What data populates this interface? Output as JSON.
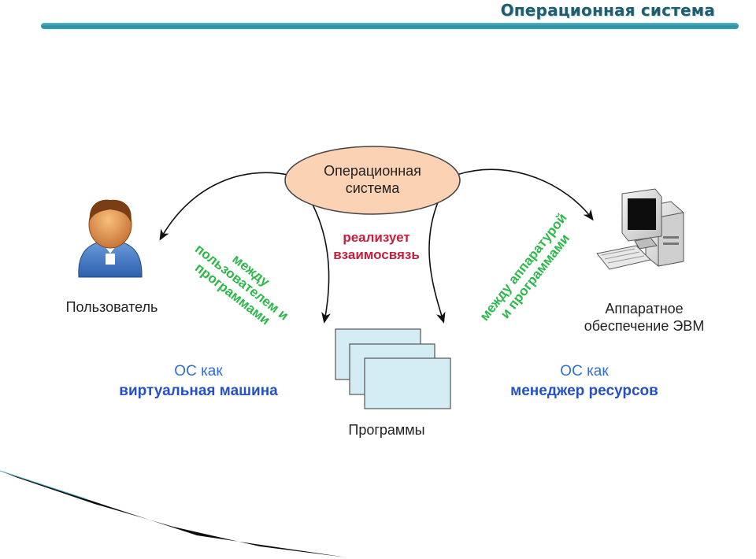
{
  "header": {
    "title": "Операционная система"
  },
  "diagram": {
    "center": "Операционная система",
    "center_line1": "Операционная",
    "center_line2": "система",
    "user_label": "Пользователь",
    "hardware_line1": "Аппаратное",
    "hardware_line2": "обеспечение ЭВМ",
    "programs_label": "Программы",
    "realizes_line1": "реализует",
    "realizes_line2": "взаимосвязь",
    "between_user_line1": "между",
    "between_user_line2": "пользователем и",
    "between_user_line3": "программами",
    "between_hw_line1": "между аппаратурой",
    "between_hw_line2": "и программами",
    "vm_line1": "ОС как",
    "vm_line2": "виртуальная машина",
    "rm_line1": "ОС как",
    "rm_line2": "менеджер ресурсов"
  },
  "colors": {
    "ellipse_fill": "#fbd3b4",
    "ellipse_stroke": "#444444",
    "doc_fill": "#d4ecf4",
    "green_text": "#2db84a",
    "red_text": "#c81e3c",
    "blue_text": "#2f6fd6",
    "title_bar": "#2d8fa3"
  },
  "icons": [
    "user-icon",
    "computer-icon",
    "documents-icon"
  ]
}
